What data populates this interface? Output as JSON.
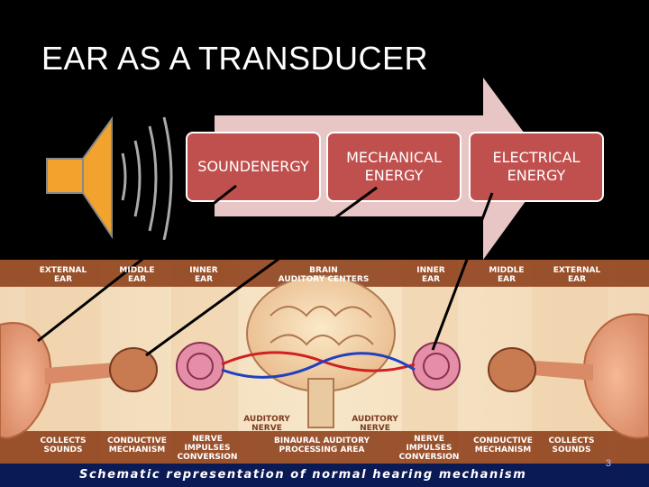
{
  "slide": {
    "title": "EAR AS A TRANSDUCER",
    "page_number": "3"
  },
  "flow": {
    "boxes": [
      {
        "label": "SOUNDENERGY"
      },
      {
        "label": "MECHANICAL\nENERGY"
      },
      {
        "label": "ELECTRICAL\nENERGY"
      }
    ]
  },
  "illustration": {
    "top_labels": [
      "EXTERNAL\nEAR",
      "MIDDLE\nEAR",
      "INNER\nEAR",
      "BRAIN\nAUDITORY CENTERS",
      "INNER\nEAR",
      "MIDDLE\nEAR",
      "EXTERNAL\nEAR"
    ],
    "bottom_labels": [
      "COLLECTS\nSOUNDS",
      "CONDUCTIVE\nMECHANISM",
      "NERVE\nIMPULSES\nCONVERSION",
      "BINAURAL AUDITORY\nPROCESSING AREA",
      "NERVE\nIMPULSES\nCONVERSION",
      "CONDUCTIVE\nMECHANISM",
      "COLLECTS\nSOUNDS"
    ],
    "nerve_labels": [
      "AUDITORY\nNERVE",
      "AUDITORY\nNERVE"
    ],
    "caption": "Schematic representation of normal hearing mechanism"
  },
  "colors": {
    "box_fill": "#c0504d",
    "arrow_fill": "#e9c6c6",
    "caption_bar": "#0a1a55"
  }
}
